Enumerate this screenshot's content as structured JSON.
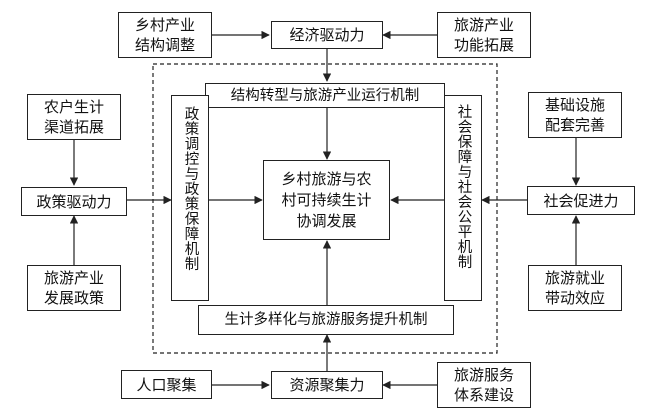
{
  "top": {
    "rural_structure": "乡村产业\n结构调整",
    "economic_driver": "经济驱动力",
    "tourism_function": "旅游产业\n功能拓展"
  },
  "left": {
    "household_income": "农户生计\n渠道拓展",
    "policy_driver": "政策驱动力",
    "tourism_policy": "旅游产业\n发展政策"
  },
  "right": {
    "infrastructure": "基础设施\n配套完善",
    "social_promotion": "社会促进力",
    "employment_effect": "旅游就业\n带动效应"
  },
  "bottom": {
    "population": "人口聚集",
    "resource_agg": "资源聚集力",
    "service_system": "旅游服务\n体系建设"
  },
  "mechanisms": {
    "top": "结构转型与旅游产业运行机制",
    "left": "政策调控与政策保障机制",
    "right": "社会保障与社会公平机制",
    "bottom": "生计多样化与旅游服务提升机制"
  },
  "center": "乡村旅游与农\n村可持续生计\n协调发展"
}
